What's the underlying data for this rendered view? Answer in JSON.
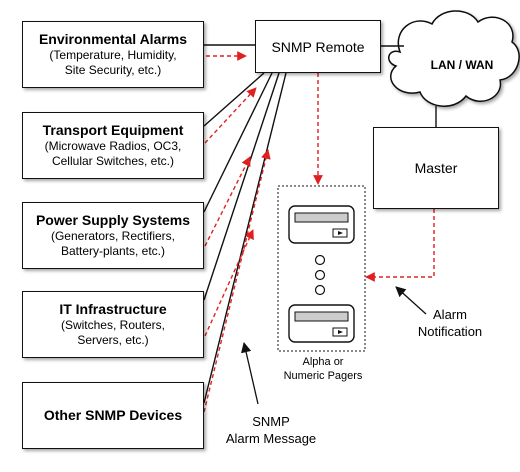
{
  "boxes": {
    "env": {
      "title": "Environmental Alarms",
      "line1": "(Temperature, Humidity,",
      "line2": "Site Security, etc.)"
    },
    "trans": {
      "title": "Transport Equipment",
      "line1": "(Microwave Radios, OC3,",
      "line2": "Cellular Switches, etc.)"
    },
    "power": {
      "title": "Power Supply Systems",
      "line1": "(Generators, Rectifiers,",
      "line2": "Battery-plants, etc.)"
    },
    "it": {
      "title": "IT Infrastructure",
      "line1": "(Switches, Routers,",
      "line2": "Servers, etc.)"
    },
    "other": {
      "title": "Other SNMP Devices"
    },
    "remote": {
      "title": "SNMP Remote"
    },
    "master": {
      "title": "Master"
    }
  },
  "cloud_label": "LAN / WAN",
  "pagers_label": {
    "line1": "Alpha or",
    "line2": "Numeric Pagers"
  },
  "alarm_notification": {
    "line1": "Alarm",
    "line2": "Notification"
  },
  "snmp_alarm_message": {
    "line1": "SNMP",
    "line2": "Alarm Message"
  },
  "colors": {
    "line": "#111111",
    "arrow_red": "#e02020",
    "pager_screen": "#cccccc"
  }
}
